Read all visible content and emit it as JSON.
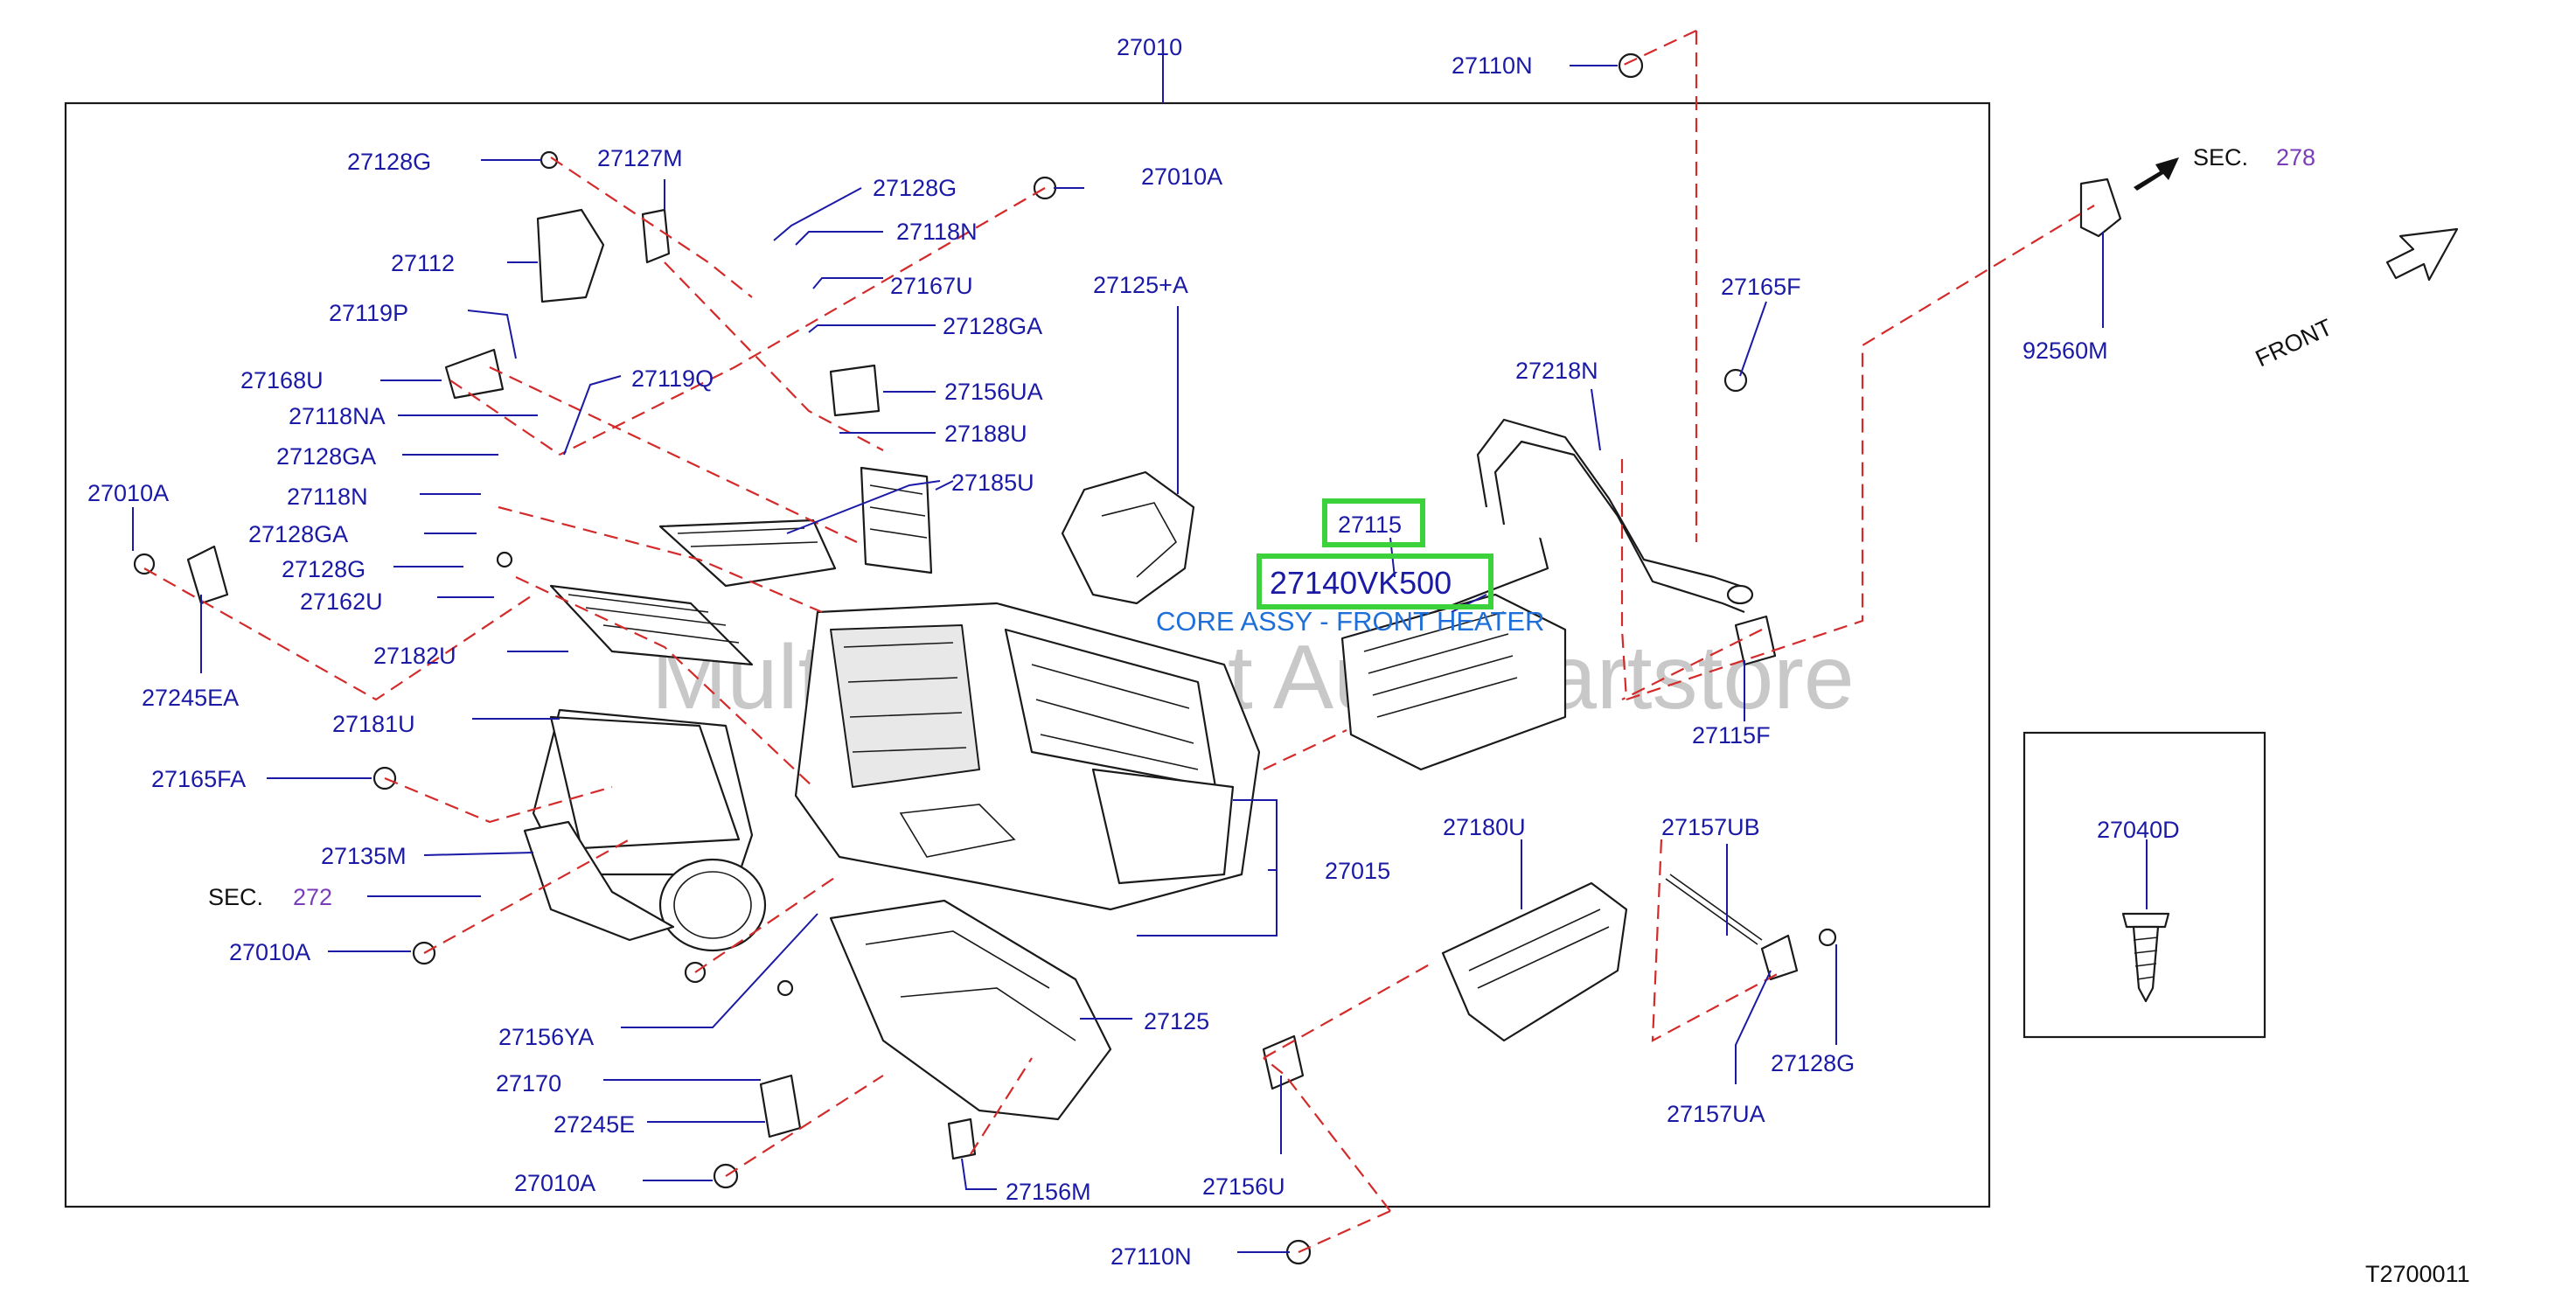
{
  "diagram": {
    "callouts": {
      "c27010": "27010",
      "c27110N_top": "27110N",
      "c27128G_1": "27128G",
      "c27127M": "27127M",
      "c27128G_2": "27128G",
      "c27010A_1": "27010A",
      "c27118N_1": "27118N",
      "c27112": "27112",
      "c27167U": "27167U",
      "c27119P": "27119P",
      "c27128GA_1": "27128GA",
      "c27125A": "27125+A",
      "c27168U": "27168U",
      "c27119Q": "27119Q",
      "c27156UA": "27156UA",
      "c27118NA": "27118NA",
      "c27188U": "27188U",
      "c27128GA_2": "27128GA",
      "c27185U": "27185U",
      "c27010A_2": "27010A",
      "c27118N_2": "27118N",
      "c27128GA_3": "27128GA",
      "c27128G_3": "27128G",
      "c27162U": "27162U",
      "c27182U": "27182U",
      "c27245EA": "27245EA",
      "c27181U": "27181U",
      "c27165FA": "27165FA",
      "c27135M": "27135M",
      "c27010A_3": "27010A",
      "c27156YA": "27156YA",
      "c27170": "27170",
      "c27245E": "27245E",
      "c27010A_4": "27010A",
      "c27125": "27125",
      "c27156M": "27156M",
      "c27156U": "27156U",
      "c27110N_bot": "27110N",
      "c27015": "27015",
      "c27180U": "27180U",
      "c27157UB": "27157UB",
      "c27157UA": "27157UA",
      "c27128G_4": "27128G",
      "c27115F": "27115F",
      "c27218N": "27218N",
      "c27165F": "27165F",
      "c92560M": "92560M",
      "c27040D": "27040D"
    },
    "section_refs": {
      "sec_prefix_1": "SEC.",
      "sec_num_1": "278",
      "sec_prefix_2": "SEC.",
      "sec_num_2": "272"
    },
    "front_label": "FRONT",
    "highlighted_part": "27115",
    "selected_part_number": "27140VK500",
    "selected_part_name": "CORE ASSY - FRONT HEATER",
    "watermark": "Multi-Marchant Auto Partstore",
    "diagram_code": "T2700011",
    "colors": {
      "callout": "#1a1aa6",
      "section_number": "#7a3db8",
      "caption": "#1e6fd9",
      "highlight": "#3bd23b",
      "dash_lines": "#d42a2a"
    }
  }
}
